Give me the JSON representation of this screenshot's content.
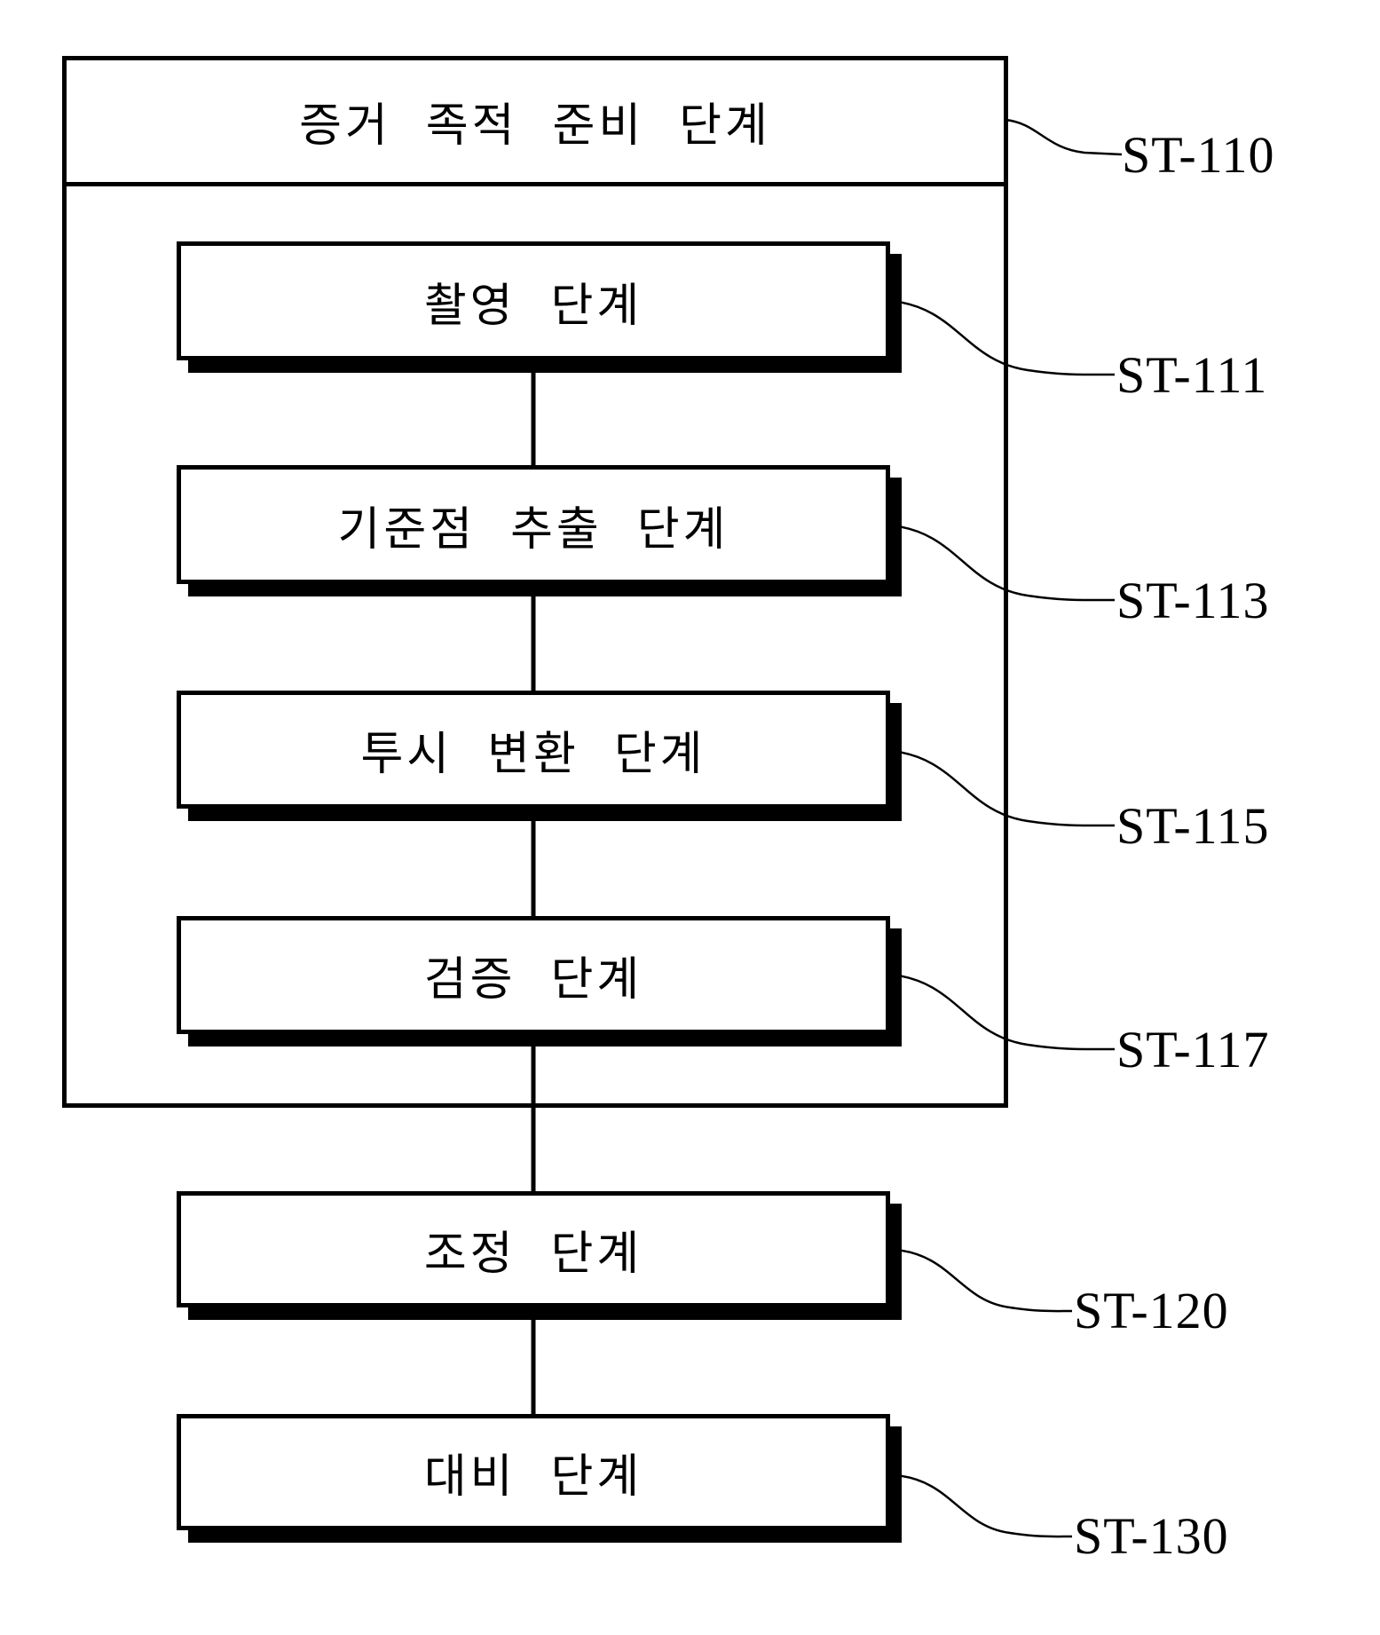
{
  "diagram": {
    "type": "patent-flowchart",
    "colors": {
      "line": "#000000",
      "background": "#ffffff"
    },
    "group": {
      "title": "증거 족적 준비 단계",
      "ref": "ST-110",
      "steps": [
        {
          "name": "촬영 단계",
          "ref": "ST-111"
        },
        {
          "name": "기준점 추출 단계",
          "ref": "ST-113"
        },
        {
          "name": "투시 변환 단계",
          "ref": "ST-115"
        },
        {
          "name": "검증 단계",
          "ref": "ST-117"
        }
      ]
    },
    "post_steps": [
      {
        "name": "조정 단계",
        "ref": "ST-120"
      },
      {
        "name": "대비 단계",
        "ref": "ST-130"
      }
    ]
  }
}
